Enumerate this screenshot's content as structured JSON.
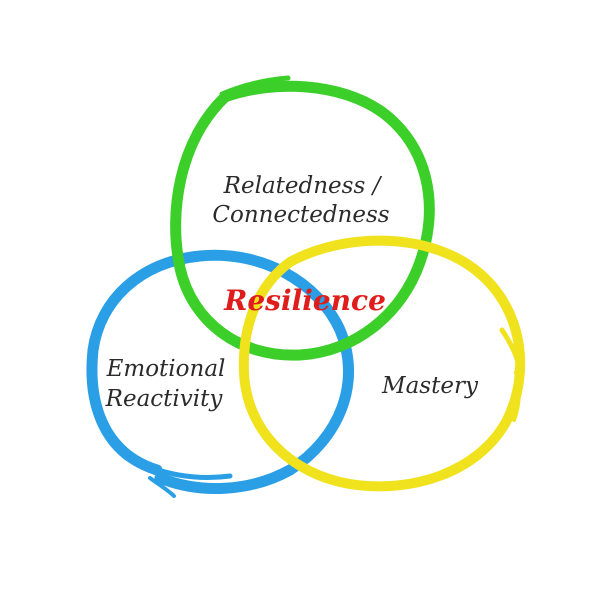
{
  "diagram": {
    "center_label": "Resilience",
    "circles": [
      {
        "id": "top",
        "label_lines": [
          "Relatedness /",
          "Connectedness"
        ],
        "color": "#3ccf2a"
      },
      {
        "id": "left",
        "label_lines": [
          "Emotional",
          "Reactivity"
        ],
        "color": "#2a9fe6"
      },
      {
        "id": "right",
        "label_lines": [
          "Mastery"
        ],
        "color": "#f0e21c"
      }
    ],
    "colors": {
      "center_text": "#e01d1d",
      "label_text": "#2b2b2b",
      "background": "#ffffff"
    }
  }
}
